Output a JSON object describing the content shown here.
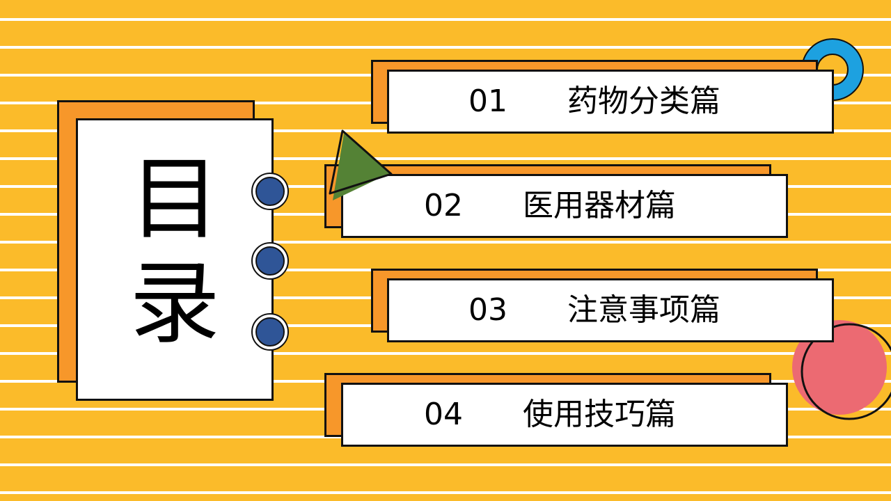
{
  "title": {
    "char1": "目",
    "char2": "录"
  },
  "items": [
    {
      "number": "01",
      "label": "药物分类篇"
    },
    {
      "number": "02",
      "label": "医用器材篇"
    },
    {
      "number": "03",
      "label": "注意事项篇"
    },
    {
      "number": "04",
      "label": "使用技巧篇"
    }
  ],
  "colors": {
    "background": "#FBBB2A",
    "stripe": "#FFFFFF",
    "card_shadow": "#F7972A",
    "ring_blue": "#2F5597",
    "circle_blue": "#1DA1E0",
    "circle_pink": "#EC6A72",
    "triangle_green": "#548235"
  }
}
